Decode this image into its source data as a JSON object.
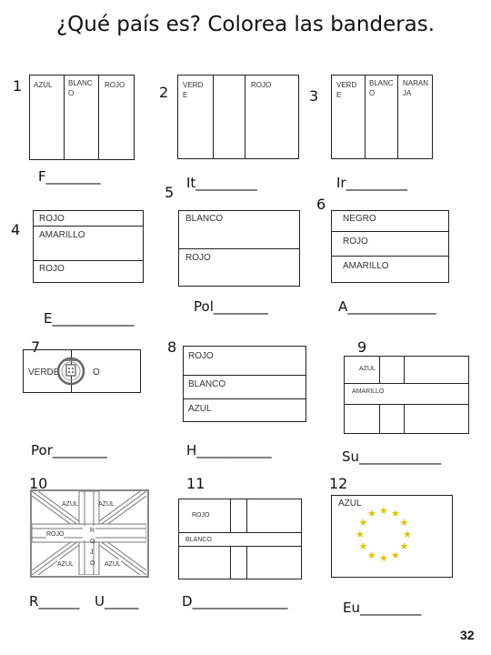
{
  "title": "¿Qué país es?  Colorea las banderas.",
  "numbers": [
    "1",
    "2",
    "3",
    "4",
    "5",
    "6",
    "7",
    "8",
    "9",
    "10",
    "11",
    "12"
  ],
  "flag1": {
    "labels": [
      "AZUL",
      "BLANC\nO",
      "ROJO"
    ],
    "answer": "F________"
  },
  "flag2": {
    "labels": [
      "VERD\nE",
      "ROJO"
    ],
    "answer": "It_________"
  },
  "flag3": {
    "labels": [
      "VERD\nE",
      "BLANC\nO",
      "NARAN\nJA"
    ],
    "answer": "Ir_________"
  },
  "flag4": {
    "labels": [
      "ROJO",
      "AMARILLO",
      "ROJO"
    ],
    "answer": "E____________"
  },
  "flag5": {
    "labels": [
      "BLANCO",
      "ROJO"
    ],
    "answer": "Pol________"
  },
  "flag6": {
    "labels": [
      "NEGRO",
      "ROJO",
      "AMARILLO"
    ],
    "answer": "A_____________"
  },
  "flag7": {
    "labels": [
      "VERDE",
      "O"
    ],
    "answer": "Por________"
  },
  "flag8": {
    "labels": [
      "ROJO",
      "BLANCO",
      "AZUL"
    ],
    "answer": "H___________"
  },
  "flag9": {
    "labels": [
      "AZUL",
      "AMARILLO"
    ],
    "answer": "Su____________"
  },
  "flag10": {
    "labels": [
      "AZUL",
      "AZUL",
      "ROJO",
      "R\nO\nJ\nO",
      "AZUL",
      "AZUL"
    ],
    "answer1": "R______",
    "answer2": "U_____"
  },
  "flag11": {
    "labels": [
      "ROJO",
      "BLANCO"
    ],
    "answer": "D______________"
  },
  "flag12": {
    "labels": [
      "AZUL"
    ],
    "answer": "Eu_________",
    "star_color": "#e0c200"
  },
  "page_number": "32"
}
